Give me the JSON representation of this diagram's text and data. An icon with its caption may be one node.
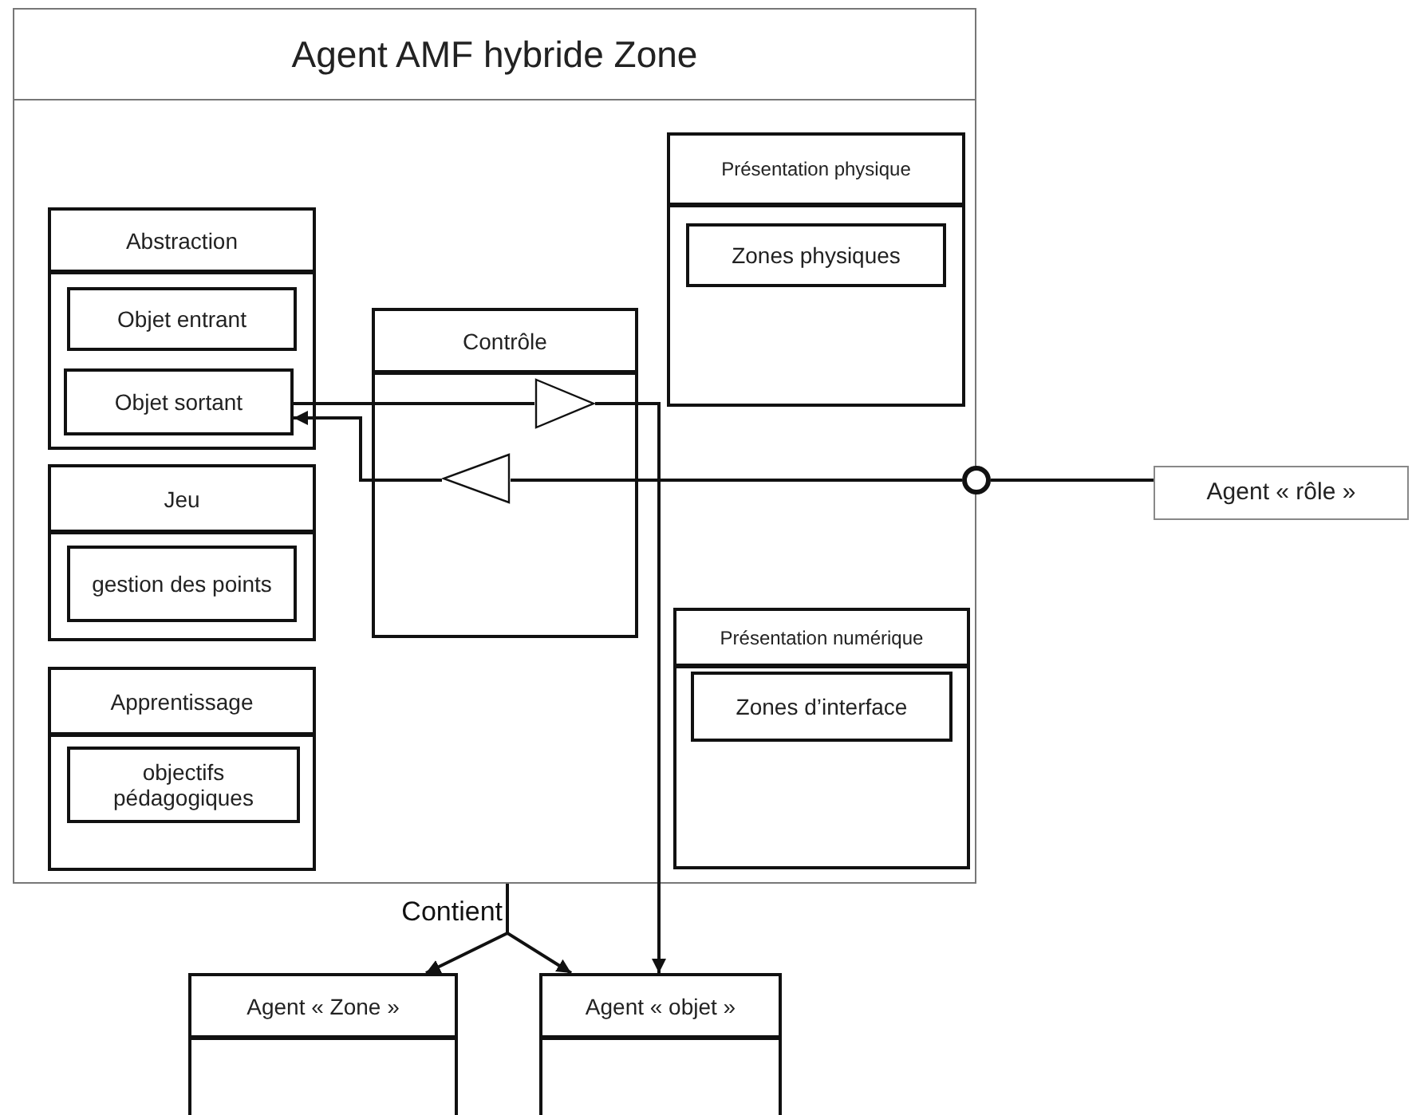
{
  "diagram": {
    "nodes": [
      {
        "text": [
          "Agent AMF hybride Zone"
        ]
      },
      {
        "text": [
          "Abstraction"
        ],
        "in": 0
      },
      {
        "text": [
          "Objet entrant"
        ],
        "in": 1
      },
      {
        "text": [
          "Objet sortant"
        ],
        "in": 1
      },
      {
        "text": [
          "Jeu"
        ],
        "in": 0
      },
      {
        "text": [
          "gestion des points"
        ],
        "in": 4
      },
      {
        "text": [
          "Apprentissage"
        ],
        "in": 0
      },
      {
        "text": [
          "objectifs pédagogiques"
        ],
        "in": 6
      },
      {
        "text": [
          "Contrôle"
        ],
        "in": 0
      },
      {
        "text": [
          "Présentation physique"
        ],
        "in": 0
      },
      {
        "text": [
          "Zones physiques"
        ],
        "in": 9
      },
      {
        "text": [
          "Présentation numérique"
        ],
        "in": 0
      },
      {
        "text": [
          "Zones d’interface"
        ],
        "in": 11
      },
      {
        "text": [
          "Agent « rôle »"
        ]
      },
      {
        "text": [
          "Agent « Zone »"
        ]
      },
      {
        "text": [
          "Agent « objet »"
        ]
      },
      {
        "text": [],
        "shape": "circle"
      },
      {
        "text": [],
        "shape": "triangle",
        "in": 8
      },
      {
        "text": [],
        "shape": "triangle",
        "in": 8
      }
    ],
    "edges": [
      {
        "from": 3,
        "to": 17,
        "arrow": "none"
      },
      {
        "from": 17,
        "to": 15,
        "arrow": "to"
      },
      {
        "from": 16,
        "to": 18,
        "arrow": "none"
      },
      {
        "from": 18,
        "to": 3,
        "arrow": "to"
      },
      {
        "from": 16,
        "to": 13,
        "arrow": "none"
      },
      {
        "from": 0,
        "to": 14,
        "arrow": "to",
        "label": "Contient"
      },
      {
        "from": 0,
        "to": 15,
        "arrow": "to"
      }
    ]
  }
}
